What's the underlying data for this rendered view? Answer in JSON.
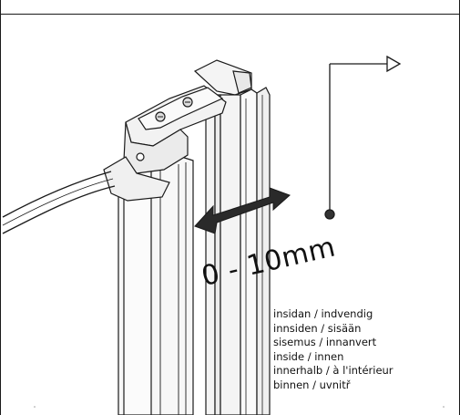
{
  "diagram": {
    "range_label": "0 - 10mm",
    "direction_labels": [
      "insidan / indvendig",
      "innsiden / sisään",
      "sisemus / innanvert",
      "inside / innen",
      "innerhalb / à l'intérieur",
      "binnen / uvnitř"
    ]
  },
  "colors": {
    "line": "#1a1a1a",
    "profile_fill": "#f4f4f4",
    "arrow_fill": "#2a2a2a",
    "dot": "#333333"
  }
}
